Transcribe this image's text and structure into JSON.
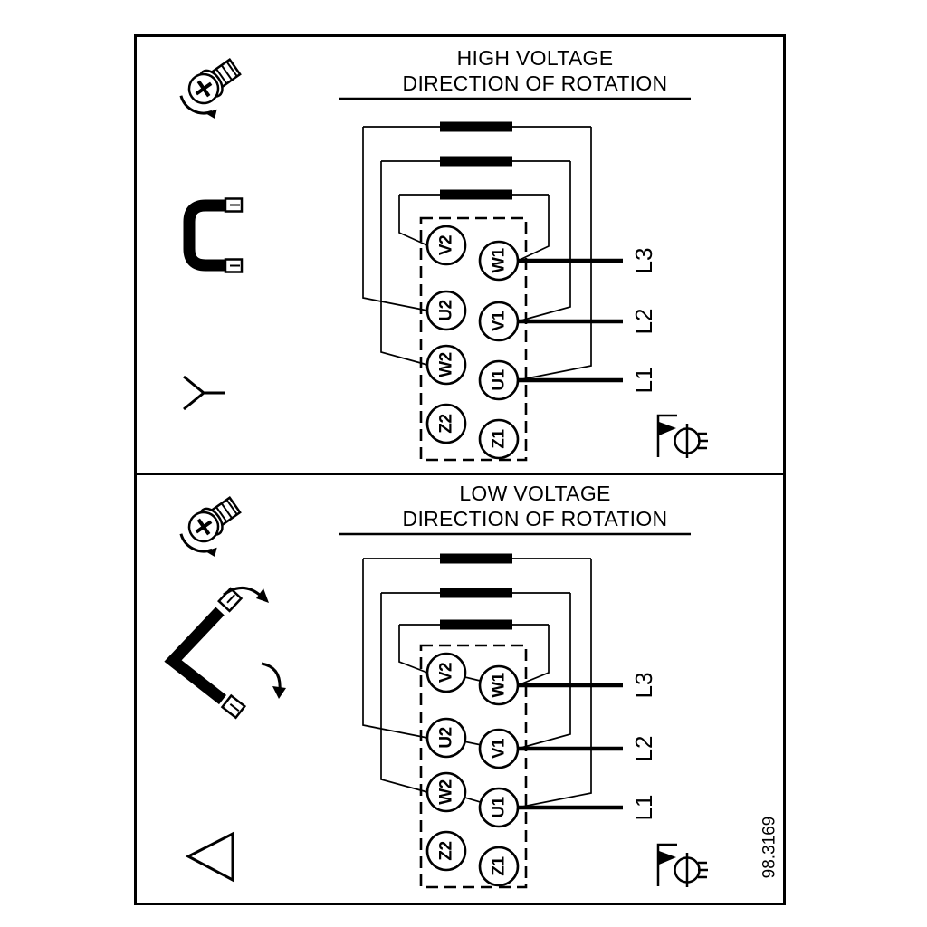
{
  "drawing": {
    "figure_number": "98.3169",
    "ink_color": "#000000",
    "paper_color": "#ffffff",
    "panels": [
      {
        "id": "high-voltage",
        "title_line1": "HIGH VOLTAGE",
        "title_line2": "DIRECTION OF ROTATION",
        "connection_symbol": "star",
        "terminals": {
          "left": [
            "V2",
            "U2",
            "W2",
            "Z2"
          ],
          "right": [
            "W1",
            "V1",
            "U1",
            "Z1"
          ]
        },
        "phases": [
          "L3",
          "L2",
          "L1"
        ],
        "icons": [
          "screw-rotation-icon",
          "jumper-link-icon",
          "star-connection-icon",
          "pump-direction-icon"
        ]
      },
      {
        "id": "low-voltage",
        "title_line1": "LOW VOLTAGE",
        "title_line2": "DIRECTION OF ROTATION",
        "connection_symbol": "delta",
        "terminals": {
          "left": [
            "V2",
            "U2",
            "W2",
            "Z2"
          ],
          "right": [
            "W1",
            "V1",
            "U1",
            "Z1"
          ]
        },
        "phases": [
          "L3",
          "L2",
          "L1"
        ],
        "icons": [
          "screw-rotation-icon",
          "delta-jumper-icon",
          "delta-connection-icon",
          "pump-direction-icon"
        ]
      }
    ]
  }
}
